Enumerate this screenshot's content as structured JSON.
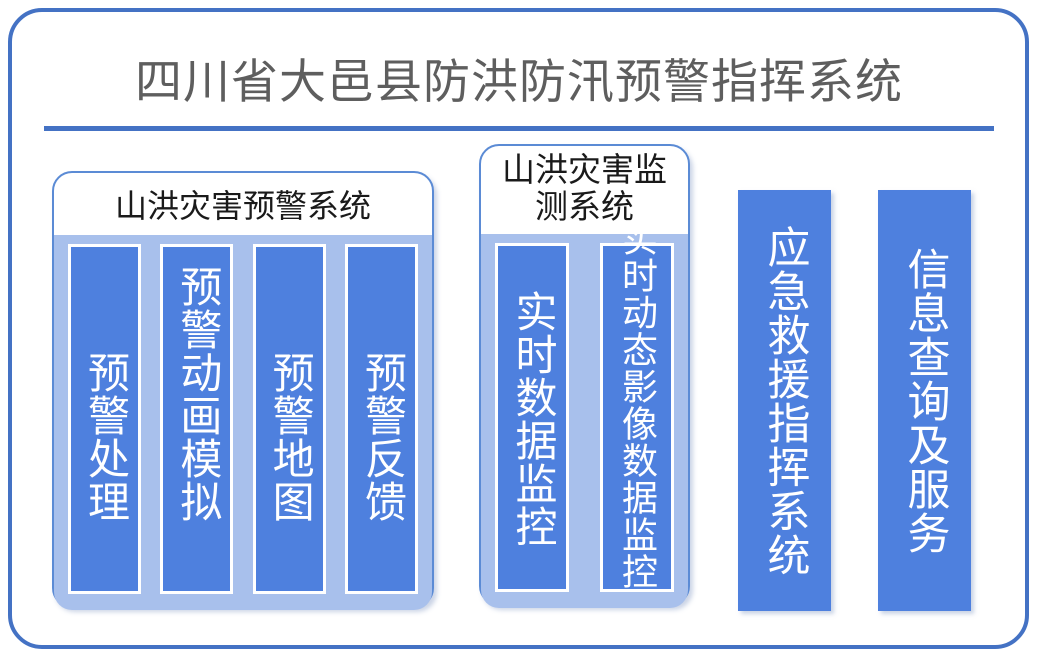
{
  "document": {
    "title": "四川省大邑县防洪防汛预警指挥系统",
    "frame_color": "#4472C4",
    "title_color": "#5E5E5E",
    "panel_fill": "#4E80DE",
    "panel_light_fill": "#A8C0EC",
    "panel_border": "#5B8BD5"
  },
  "panels": [
    {
      "id": "mountain-flood-warning-system",
      "header": "山洪灾害预警系统",
      "columns": [
        {
          "label": "预警处理"
        },
        {
          "label": "预警动画模拟"
        },
        {
          "label": "预警地图"
        },
        {
          "label": "预警反馈"
        }
      ]
    },
    {
      "id": "mountain-flood-monitoring-system",
      "header": "山洪灾害监测系统",
      "columns": [
        {
          "label": "实时数据监控"
        },
        {
          "label": "实时动态影像数据监控"
        }
      ]
    },
    {
      "id": "emergency-rescue-command-system",
      "header": "",
      "columns": [
        {
          "label": "应急救援指挥系统"
        }
      ]
    },
    {
      "id": "information-query-and-service",
      "header": "",
      "columns": [
        {
          "label": "信息查询及服务"
        }
      ]
    }
  ]
}
